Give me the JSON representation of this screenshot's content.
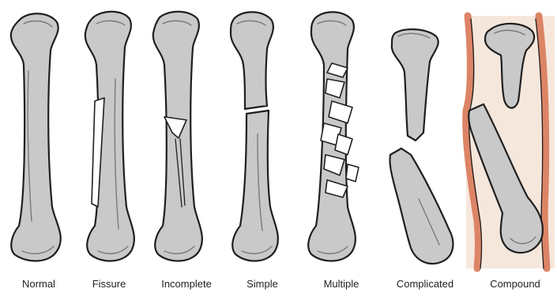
{
  "diagram": {
    "colors": {
      "bone": "#c9c9c9",
      "bone_outline": "#1f1f1f",
      "skin_fill": "#f6e7dc",
      "skin_edge": "#dc8466",
      "crack": "#ffffff"
    },
    "types": [
      {
        "label": "Normal"
      },
      {
        "label": "Fissure"
      },
      {
        "label": "Incomplete"
      },
      {
        "label": "Simple"
      },
      {
        "label": "Multiple"
      },
      {
        "label": "Complicated"
      },
      {
        "label": "Compound"
      }
    ]
  }
}
